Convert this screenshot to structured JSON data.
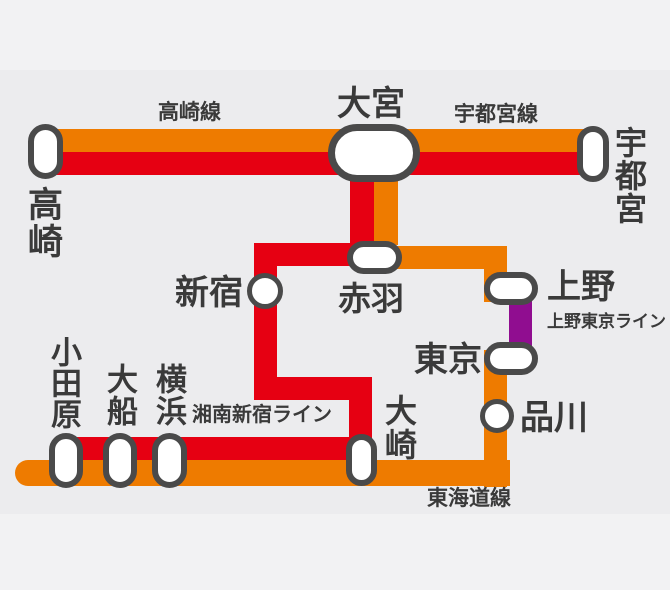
{
  "colors": {
    "orange": "#EE7B00",
    "red": "#E60012",
    "purple": "#900D90",
    "station_ring": "#4A4A4A",
    "station_fill": "#FFFFFF",
    "text": "#3A3A3A",
    "background": "#ECECEE",
    "background_light": "#F2F2F3"
  },
  "lines": {
    "takasaki": {
      "label": "高崎線",
      "color": "#EE7B00"
    },
    "utsunomiya": {
      "label": "宇都宮線",
      "color": "#EE7B00"
    },
    "shonan_shinjuku": {
      "label": "湘南新宿ライン",
      "color": "#E60012"
    },
    "tokaido": {
      "label": "東海道線",
      "color": "#EE7B00"
    },
    "ueno_tokyo": {
      "label": "上野東京ライン",
      "color": "#900D90"
    }
  },
  "stations": {
    "takasaki": "高崎",
    "omiya": "大宮",
    "utsunomiya": "宇都宮",
    "akabane": "赤羽",
    "shinjuku": "新宿",
    "ueno": "上野",
    "tokyo": "東京",
    "shinagawa": "品川",
    "osaki": "大崎",
    "yokohama": "横浜",
    "ofuna": "大船",
    "odawara": "小田原"
  }
}
